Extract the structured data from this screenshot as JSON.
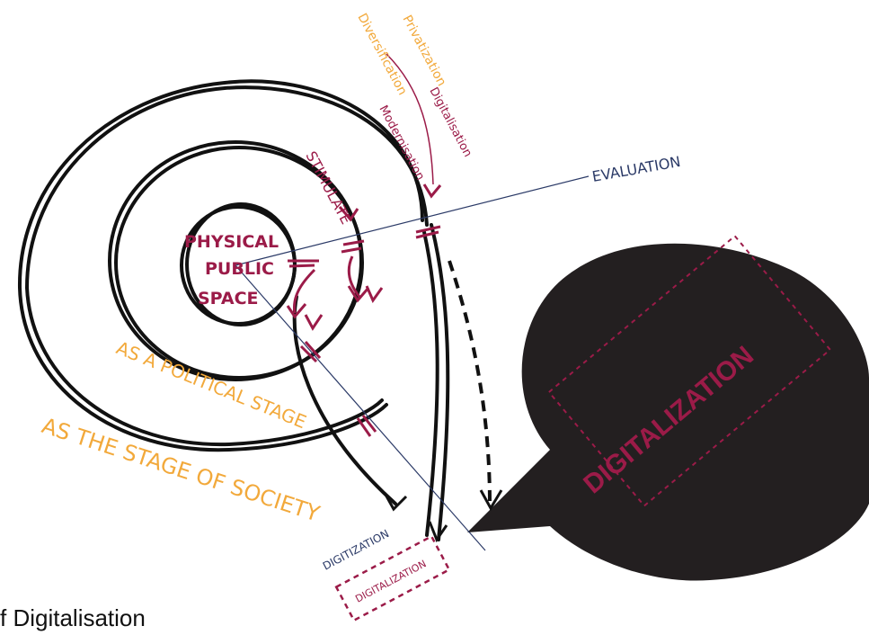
{
  "center": {
    "line1": "PHYSICAL",
    "line2": "PUBLIC",
    "line3": "SPACE"
  },
  "labels": {
    "evaluation": "EVALUATION",
    "stimulate": "STIMULATE",
    "political_stage": "AS A POLITICAL STAGE",
    "stage_of_society": "AS THE STAGE OF SOCIETY",
    "digitization": "DIGITIZATION",
    "digitalization_small": "DIGITALIZATION",
    "digitalization_bubble": "DIGITALIZATION",
    "top_left": "Diversification",
    "top_left2": "Modernisation",
    "top_right": "Privatization",
    "top_right2": "Digitalisation"
  },
  "caption": "f Digitalisation",
  "colors": {
    "ink": "#111111",
    "maroon": "#9b1b48",
    "orange": "#f2a93b",
    "navy": "#2b3a67",
    "bubble": "#231f20"
  }
}
